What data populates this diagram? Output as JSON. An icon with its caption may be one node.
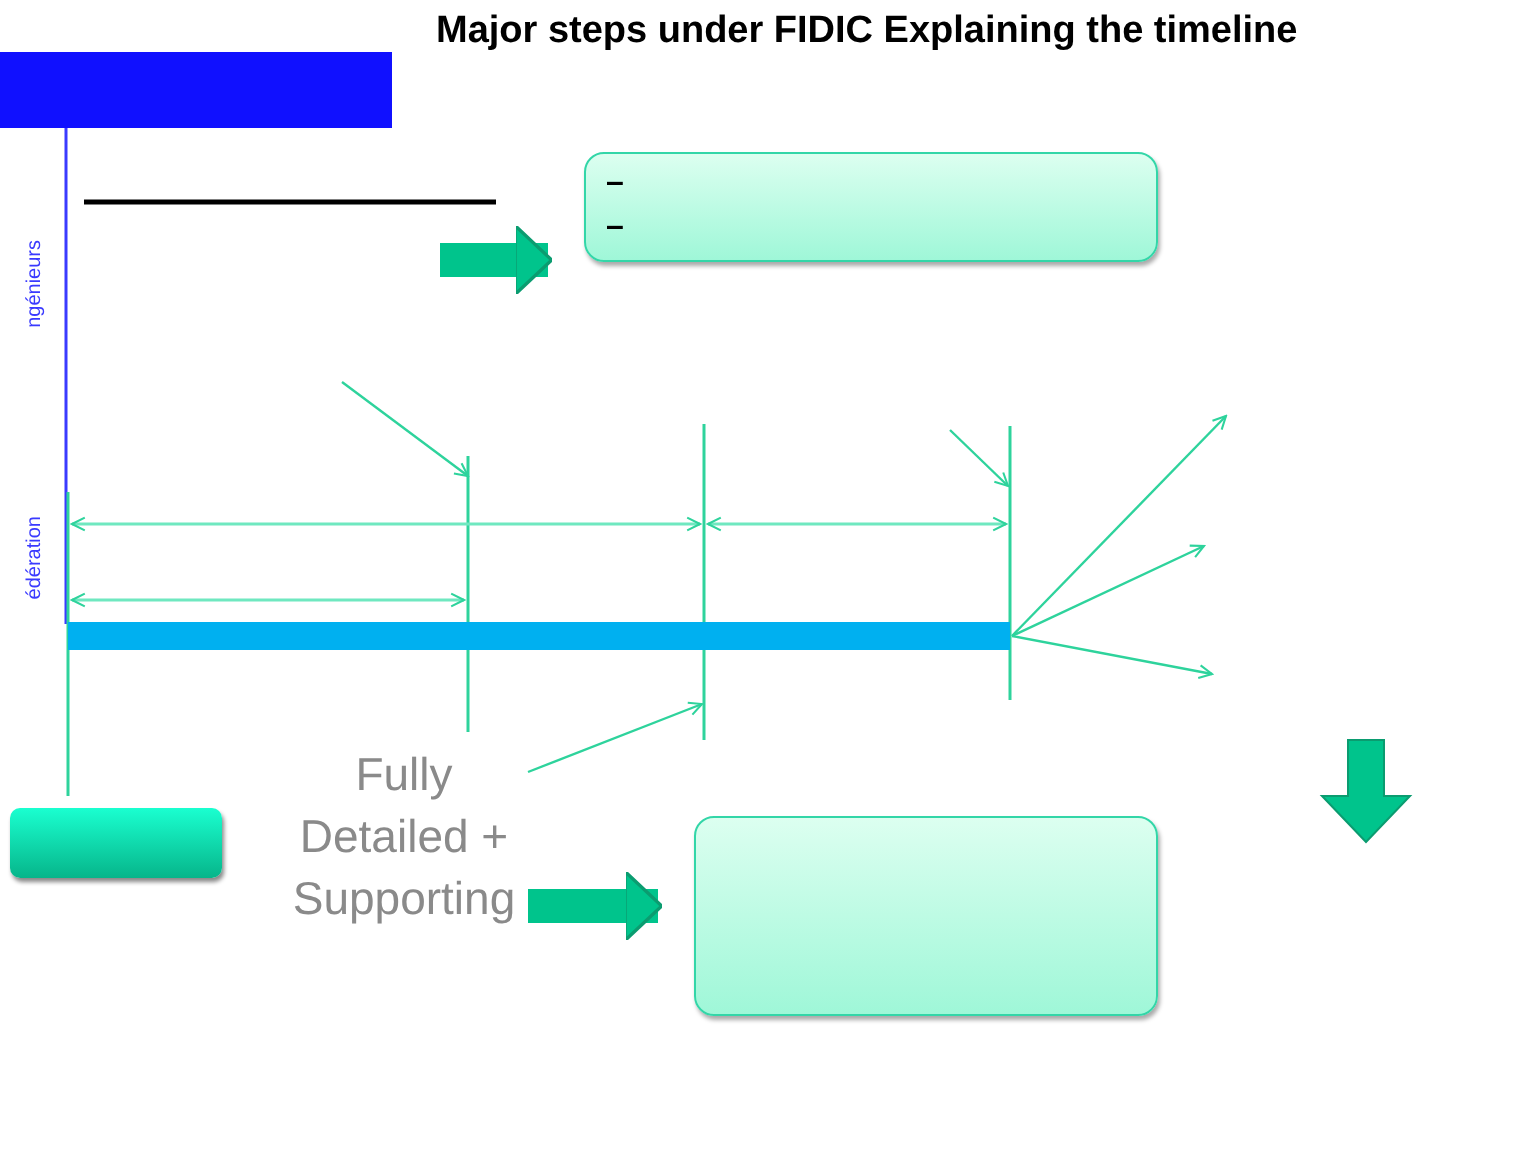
{
  "diagram": {
    "title": "Major steps under FIDIC Explaining the timeline",
    "nodes": [
      {
        "text": [
          "–",
          "–"
        ]
      },
      {
        "text": [],
        "shape": "box"
      },
      {
        "text": [],
        "shape": "box"
      },
      {
        "text": [
          "Fully Detailed + Supporting"
        ]
      },
      {
        "text": [],
        "shape": "bar"
      }
    ],
    "edges": [
      {
        "from": null,
        "to": 0,
        "arrow": "to"
      },
      {
        "from": 3,
        "to": 2,
        "arrow": "to"
      },
      {
        "from": 3,
        "to": null,
        "arrow": "to"
      }
    ],
    "labels": [
      "ngénieurs",
      "édération"
    ]
  }
}
